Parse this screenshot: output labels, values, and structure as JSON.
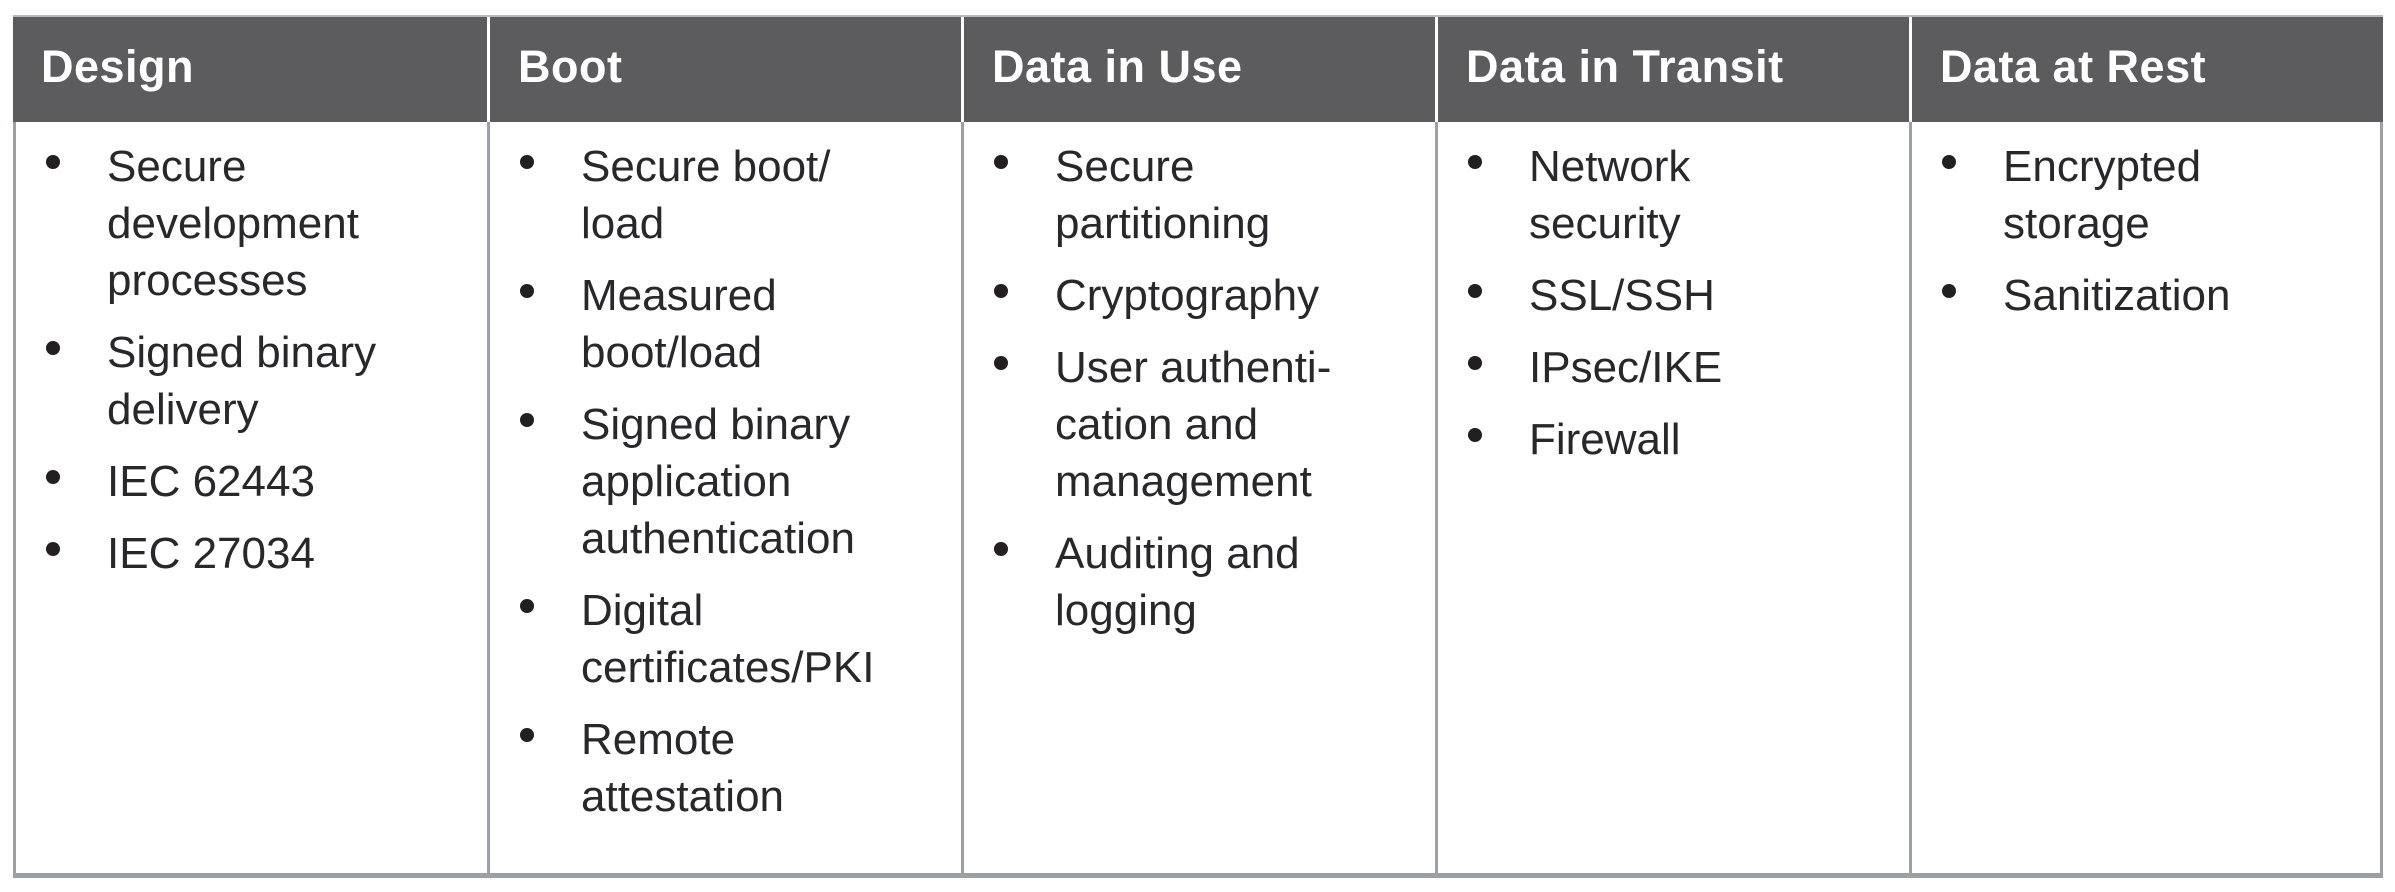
{
  "table": {
    "columns": [
      {
        "header": "Design",
        "items": [
          "Secure\ndevelopment\nprocesses",
          "Signed binary\ndelivery",
          "IEC 62443",
          "IEC 27034"
        ]
      },
      {
        "header": "Boot",
        "items": [
          "Secure boot/\nload",
          "Measured\nboot/load",
          "Signed binary\napplication\nauthentication",
          "Digital\ncertificates/PKI",
          "Remote\nattestation"
        ]
      },
      {
        "header": "Data in Use",
        "items": [
          "Secure\npartitioning",
          "Cryptography",
          "User authenti-\ncation and\nmanagement",
          "Auditing and\nlogging"
        ]
      },
      {
        "header": "Data in Transit",
        "items": [
          "Network\nsecurity",
          "SSL/SSH",
          "IPsec/IKE",
          "Firewall"
        ]
      },
      {
        "header": "Data at Rest",
        "items": [
          "Encrypted\nstorage",
          "Sanitization"
        ]
      }
    ],
    "colors": {
      "header_bg": "#5c5c5e",
      "header_text": "#ffffff",
      "header_divider": "#ffffff",
      "body_text": "#28282a",
      "bullet": "#231f20",
      "divider": "#9da0a3",
      "bottom_border": "#9da0a3"
    }
  }
}
